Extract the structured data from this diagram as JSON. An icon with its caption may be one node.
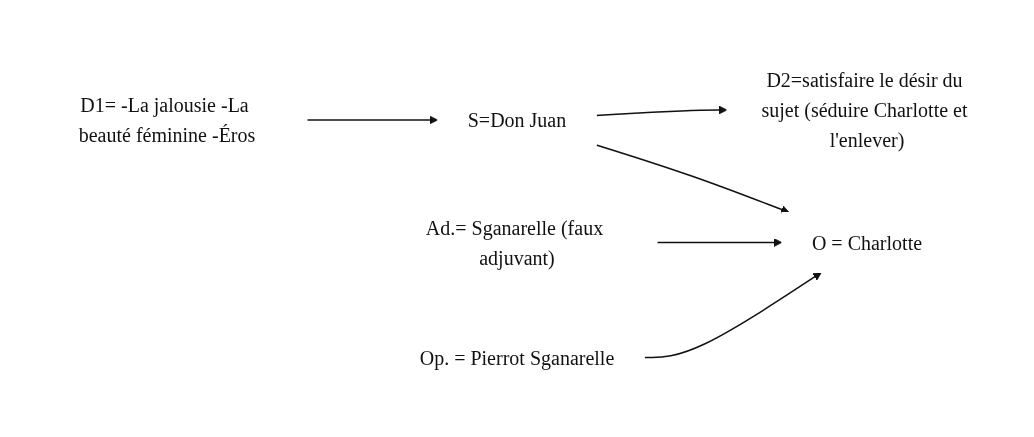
{
  "diagram": {
    "nodes": [
      {
        "text": [
          "D1= -La jalousie -La beauté féminine -Éros"
        ]
      },
      {
        "text": [
          "S=Don Juan"
        ]
      },
      {
        "text": [
          "D2=satisfaire le désir du sujet (séduire Charlotte et l'enlever)"
        ]
      },
      {
        "text": [
          "O = Charlotte"
        ]
      },
      {
        "text": [
          "Ad.= Sganarelle (faux adjuvant)"
        ]
      },
      {
        "text": [
          "Op. = Pierrot Sganarelle"
        ]
      }
    ],
    "edges": [
      {
        "from": 0,
        "to": 1,
        "arrow": "to"
      },
      {
        "from": 1,
        "to": 2,
        "arrow": "to"
      },
      {
        "from": 1,
        "to": 3,
        "arrow": "to"
      },
      {
        "from": 4,
        "to": 3,
        "arrow": "to"
      },
      {
        "from": 5,
        "to": 3,
        "arrow": "to"
      }
    ]
  }
}
